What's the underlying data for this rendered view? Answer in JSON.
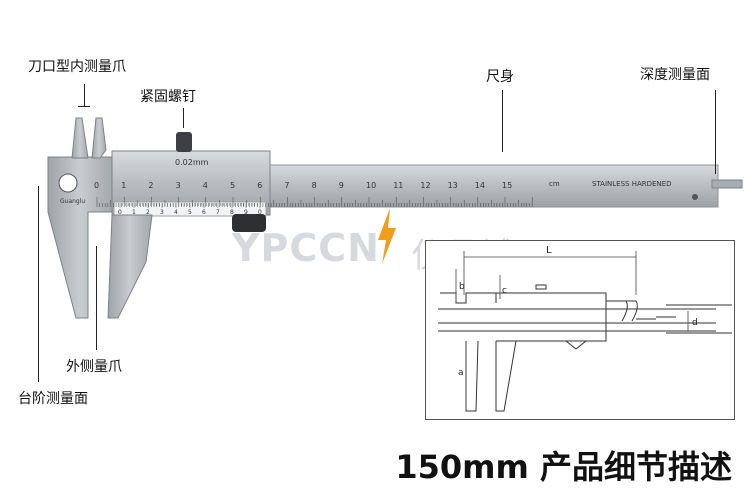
{
  "labels": {
    "inner_jaw": "刀口型内测量爪",
    "lock_screw": "紧固螺钉",
    "beam": "尺身",
    "depth_face": "深度测量面",
    "outer_jaw": "外侧量爪",
    "step_face": "台阶测量面"
  },
  "caliper": {
    "vernier_reading": "0.02mm",
    "main_scale_numbers": [
      "0",
      "1",
      "2",
      "3",
      "4",
      "5",
      "6",
      "7",
      "8",
      "9",
      "10",
      "11",
      "12",
      "13",
      "14",
      "15"
    ],
    "unit": "cm",
    "steel_marking": "STAINLESS HARDENED",
    "vernier_numbers": [
      "0",
      "1",
      "2",
      "3",
      "4",
      "5",
      "6",
      "7",
      "8",
      "9",
      "0"
    ]
  },
  "watermark": {
    "latin": "YPCCN",
    "cn": "仪品城"
  },
  "sketch": {
    "dims": [
      "L",
      "b",
      "c",
      "a",
      "d"
    ]
  },
  "title": "150mm 产品细节描述",
  "colors": {
    "steel": "#b9bdc2",
    "steel_dark": "#8d9297",
    "accent": "#f39c1a"
  }
}
